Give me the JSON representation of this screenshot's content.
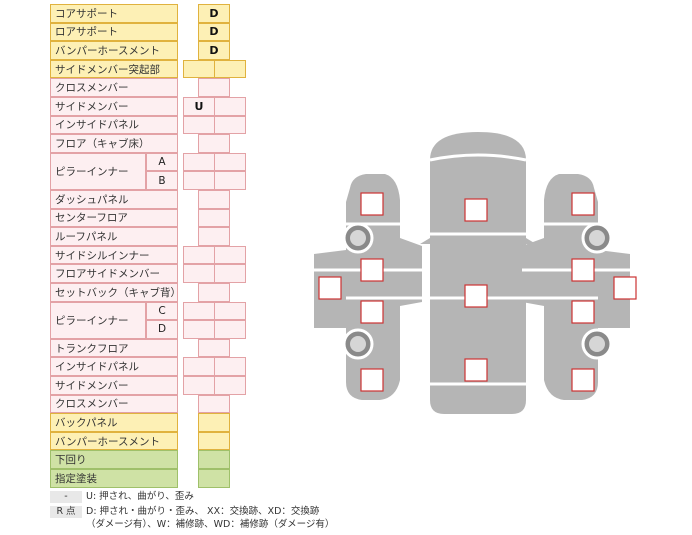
{
  "inspection": {
    "rows": [
      {
        "label": "コアサポート",
        "color": "#fdf0b5",
        "mark": "D"
      },
      {
        "label": "ロアサポート",
        "color": "#fdf0b5",
        "mark": "D"
      },
      {
        "label": "バンパーホースメント",
        "color": "#fdf0b5",
        "mark": "D"
      },
      {
        "label": "サイドメンバー突起部",
        "color": "#fdf0b5",
        "mark": ""
      },
      {
        "label": "クロスメンバー",
        "color": "#fdeff1",
        "mark": ""
      },
      {
        "label": "サイドメンバー",
        "color": "#fdeff1",
        "mark": "U"
      },
      {
        "label": "インサイドパネル",
        "color": "#fdeff1",
        "mark": ""
      },
      {
        "label": "フロア（キャブ床）",
        "color": "#fdeff1",
        "mark": ""
      },
      {
        "label": "ピラーインナー",
        "color": "#fdeff1",
        "sub": [
          "A",
          "B"
        ]
      },
      {
        "label": "ダッシュパネル",
        "color": "#fdeff1",
        "mark": ""
      },
      {
        "label": "センターフロア",
        "color": "#fdeff1",
        "mark": ""
      },
      {
        "label": "ルーフパネル",
        "color": "#fdeff1",
        "mark": ""
      },
      {
        "label": "サイドシルインナー",
        "color": "#fdeff1",
        "mark": ""
      },
      {
        "label": "フロアサイドメンバー",
        "color": "#fdeff1",
        "mark": ""
      },
      {
        "label": "セットバック（キャブ背）",
        "color": "#fdeff1",
        "mark": ""
      },
      {
        "label": "ピラーインナー",
        "color": "#fdeff1",
        "sub": [
          "C",
          "D"
        ]
      },
      {
        "label": "トランクフロア",
        "color": "#fdeff1",
        "mark": ""
      },
      {
        "label": "インサイドパネル",
        "color": "#fdeff1",
        "mark": ""
      },
      {
        "label": "サイドメンバー",
        "color": "#fdeff1",
        "mark": ""
      },
      {
        "label": "クロスメンバー",
        "color": "#fdeff1",
        "mark": ""
      },
      {
        "label": "バックパネル",
        "color": "#fdf0b5",
        "mark": ""
      },
      {
        "label": "バンパーホースメント",
        "color": "#fdf0b5",
        "mark": ""
      },
      {
        "label": "下回り",
        "color": "#cfe2a5",
        "mark": ""
      },
      {
        "label": "指定塗装",
        "color": "#cfe2a5",
        "mark": ""
      }
    ]
  },
  "legend": [
    {
      "key": "-",
      "text": "U: 押され、曲がり、歪み"
    },
    {
      "key": "R 点",
      "text": "D: 押され・曲がり・歪み、 XX：交換跡、XD：交換跡"
    },
    {
      "key": "",
      "text": "（ダメージ有）、W：補修跡、WD：補修跡（ダメージ有）"
    }
  ],
  "diagram": {
    "body_color": "#b5b5b5",
    "marker_color": "#cc3333"
  }
}
